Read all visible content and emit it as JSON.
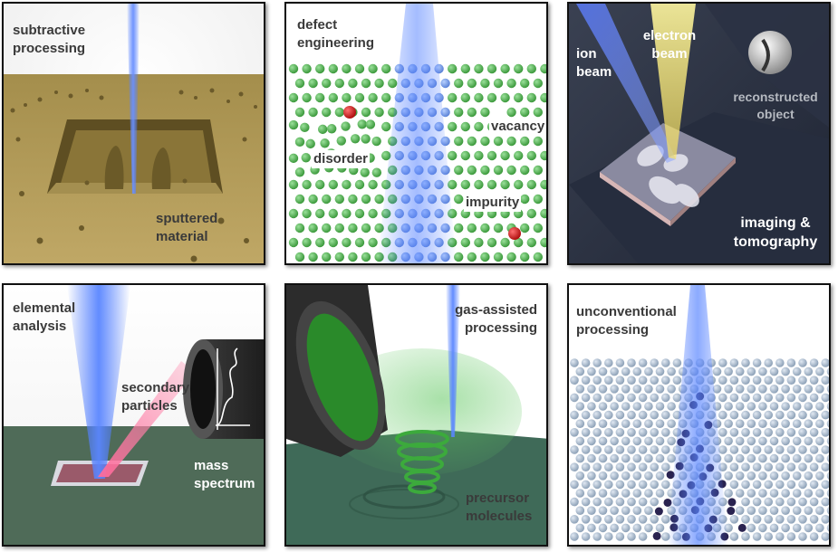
{
  "panels": [
    {
      "title": "subtractive\nprocessing",
      "annotations": [
        "sputtered\nmaterial"
      ]
    },
    {
      "title": "defect\nengineering",
      "annotations": [
        "vacancy",
        "disorder",
        "impurity"
      ]
    },
    {
      "title": "",
      "annotations": [
        "ion\nbeam",
        "electron\nbeam",
        "reconstructed\nobject",
        "imaging &\ntomography"
      ]
    },
    {
      "title": "elemental\nanalysis",
      "annotations": [
        "secondary\nparticles",
        "mass\nspectrum"
      ]
    },
    {
      "title": "gas-assisted\nprocessing",
      "annotations": [
        "precursor\nmolecules"
      ]
    },
    {
      "title": "unconventional\nprocessing",
      "annotations": []
    }
  ],
  "colors": {
    "ion_beam": "#4a78ff",
    "electron_beam": "#ffe65a",
    "lattice_atom": "#5cb85c",
    "impurity_atom": "#d62020",
    "amorphous_atom": "#2a2350",
    "precursor_gas": "#3caa3c"
  }
}
